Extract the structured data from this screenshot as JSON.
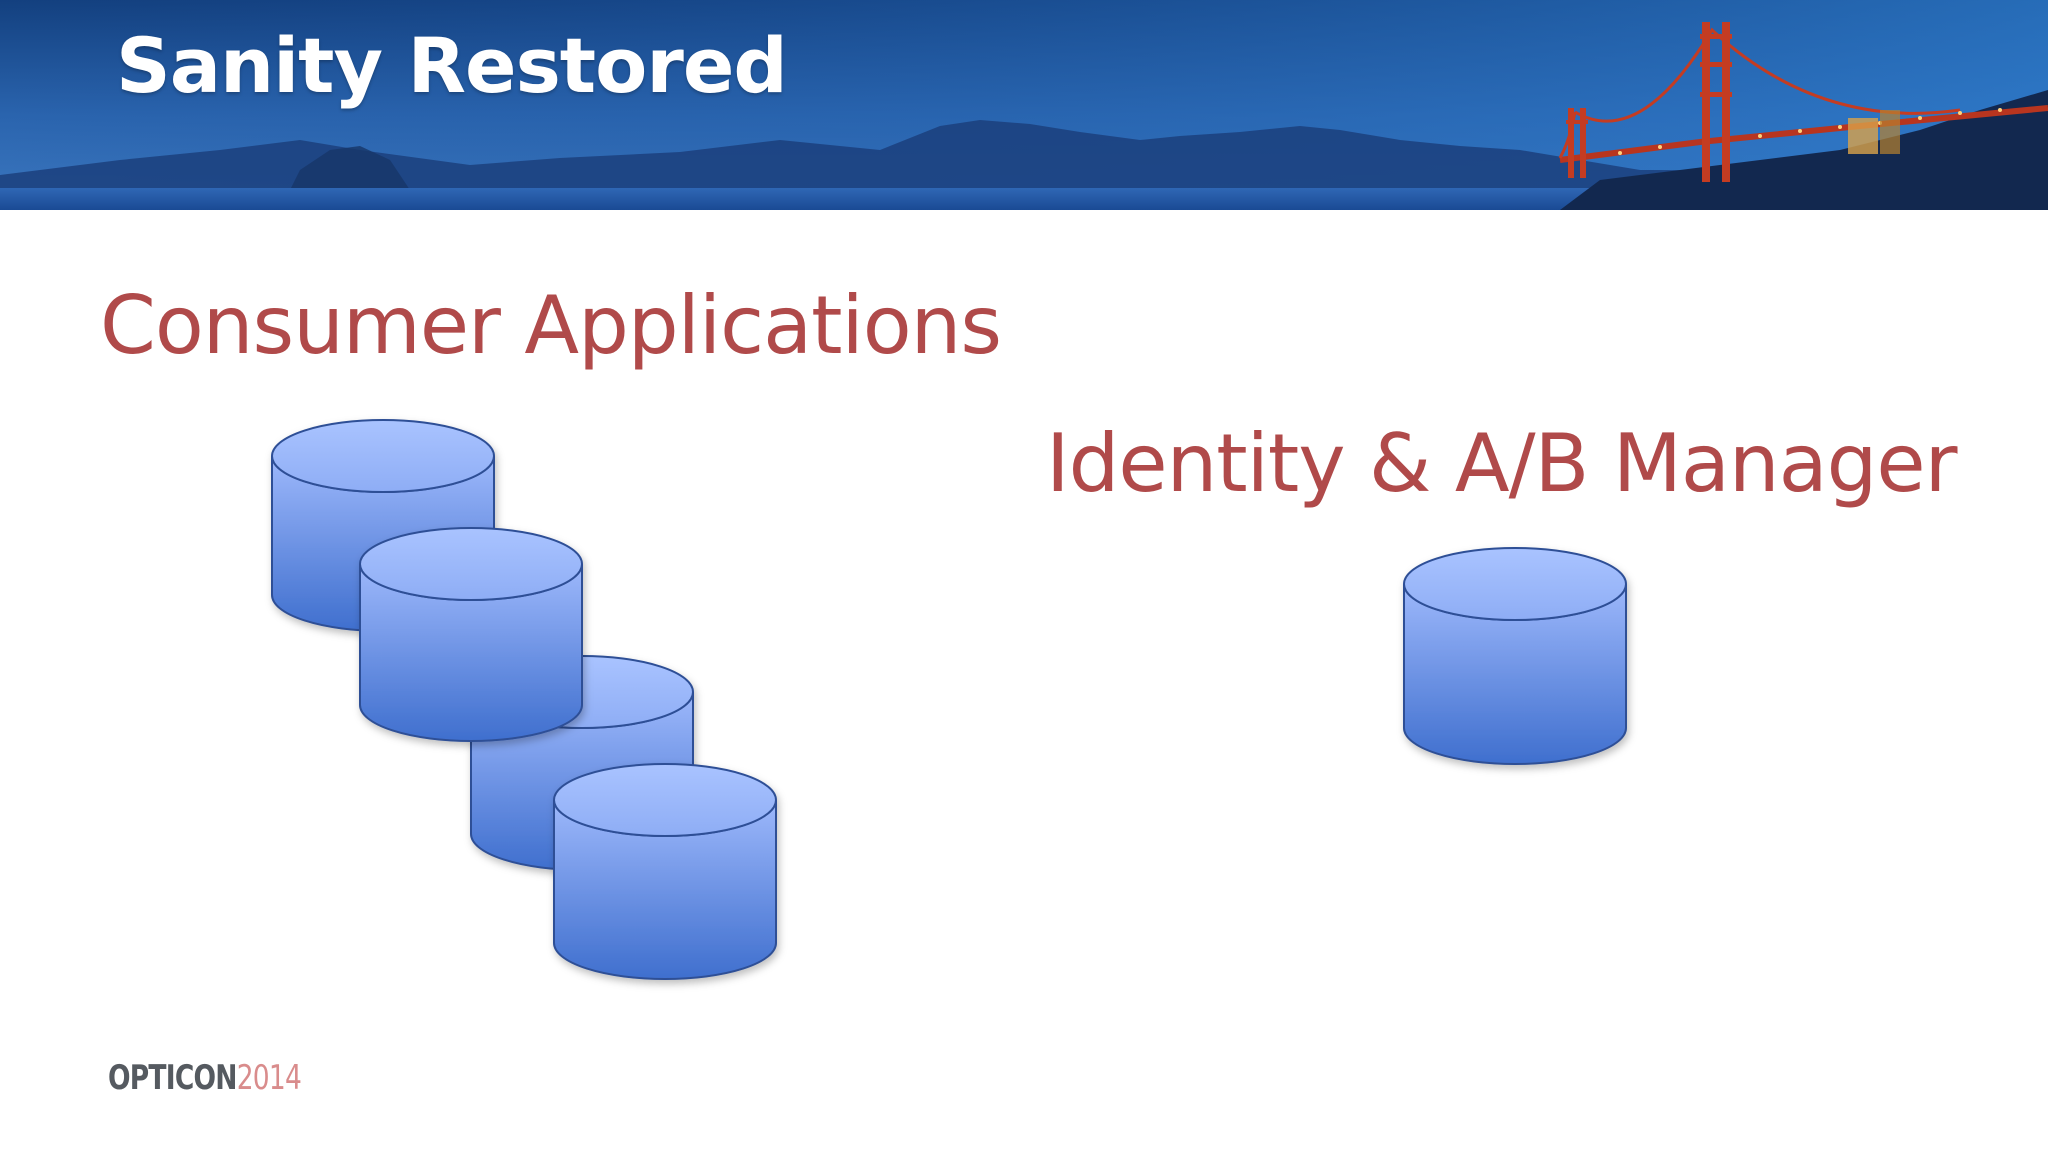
{
  "slide": {
    "title": "Sanity Restored",
    "consumer_label": "Consumer Applications",
    "identity_label": "Identity & A/B Manager"
  },
  "footer": {
    "logo_word": "OPTICON",
    "logo_year": "2014",
    "logo_sub_prefix": "",
    "logo_sub_brand": ""
  },
  "colors": {
    "title_text": "#ffffff",
    "label_text": "#b04a4a",
    "cylinder_top": "#9db8fb",
    "cylinder_bottom": "#3f6fce",
    "cylinder_stroke": "#2e4f96",
    "header_sky": "#1f4f9c"
  },
  "icons": {
    "header_background": "golden-gate-bridge-banner",
    "database": "database-cylinder-icon"
  }
}
